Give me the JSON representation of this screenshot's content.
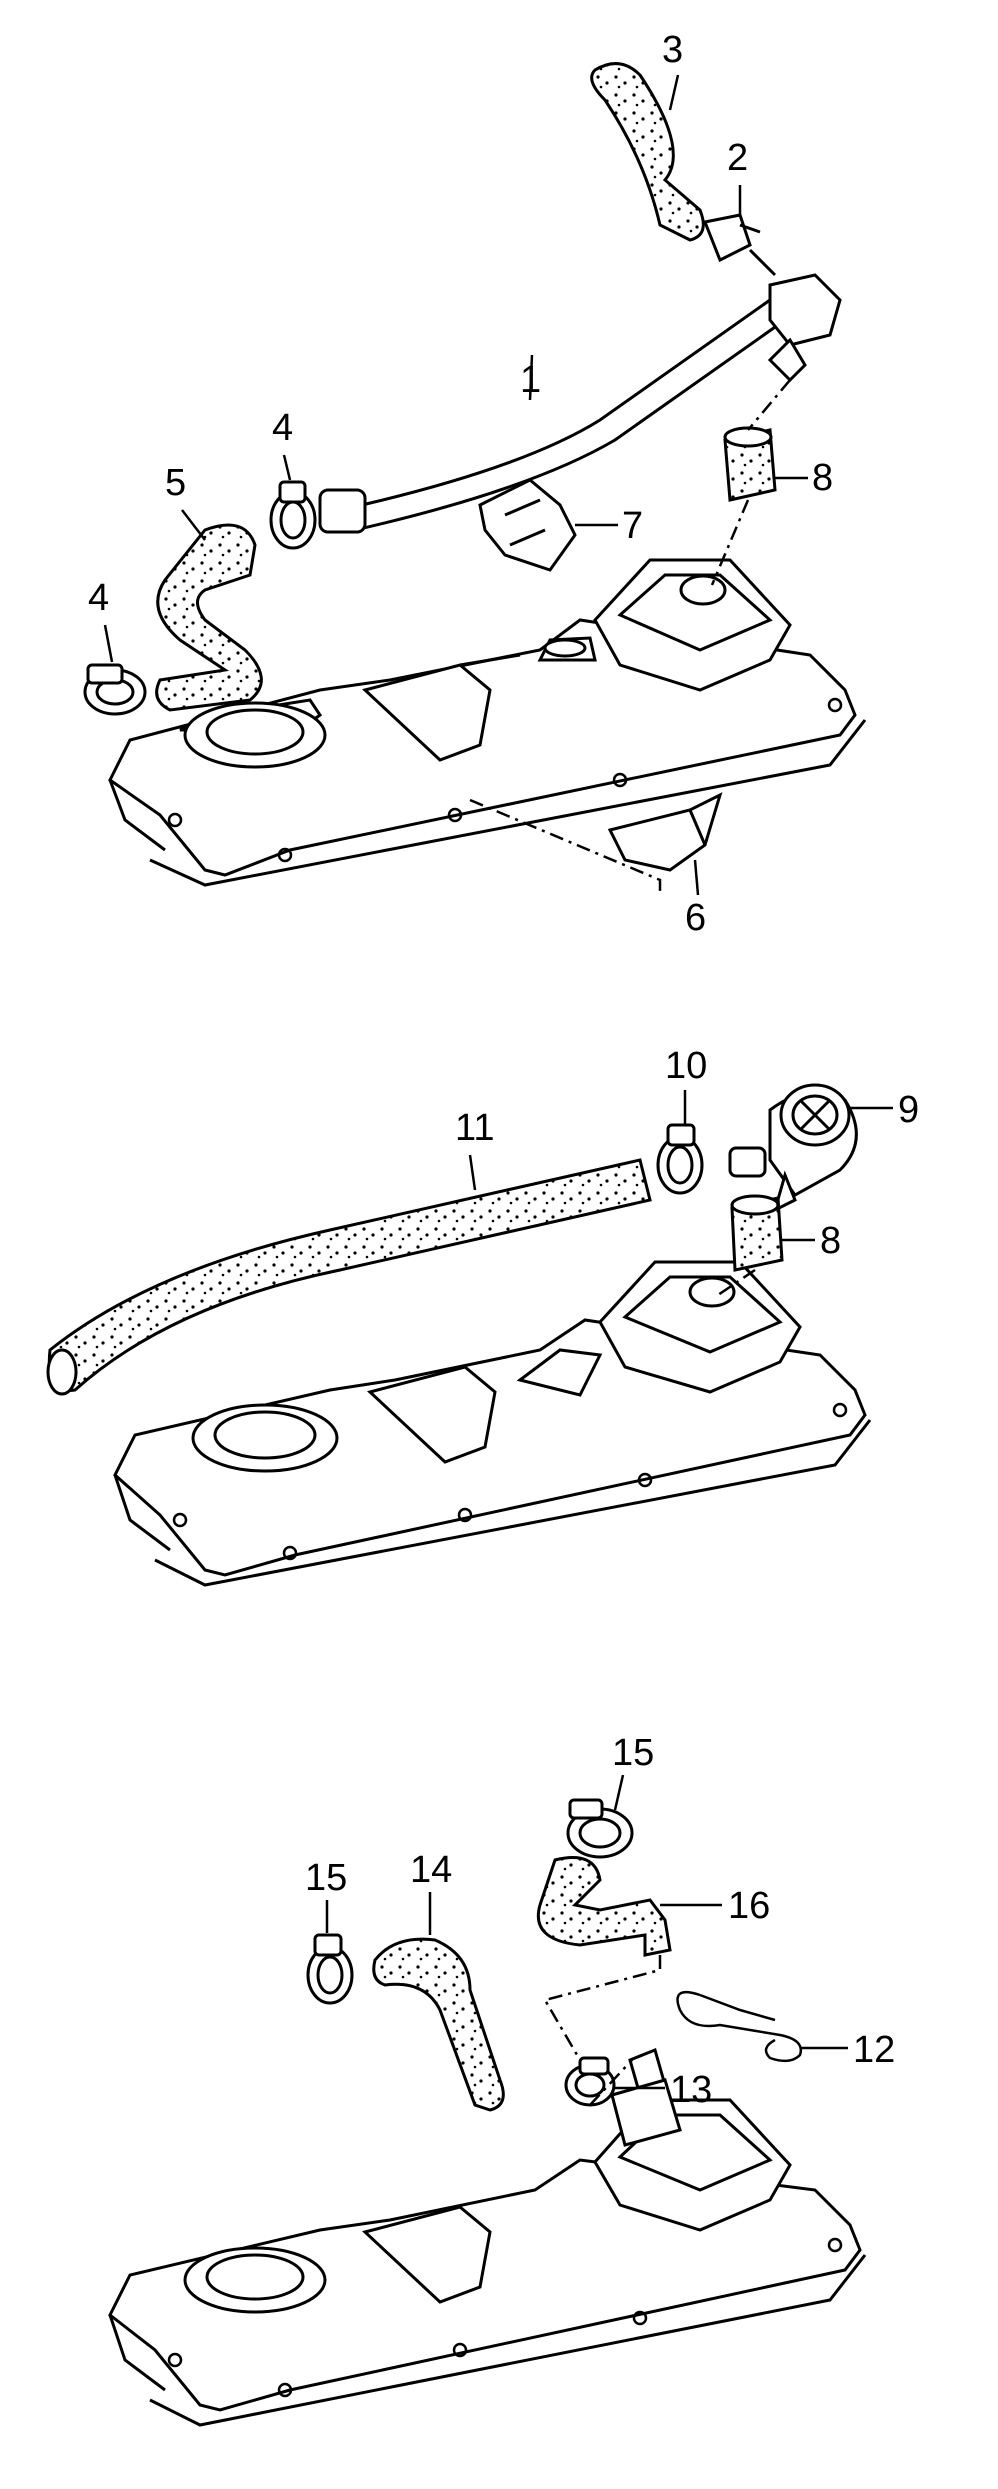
{
  "diagram": {
    "labels": {
      "p1": "1",
      "p2": "2",
      "p3": "3",
      "p4a": "4",
      "p4b": "4",
      "p5": "5",
      "p6": "6",
      "p7": "7",
      "p8a": "8",
      "p9": "9",
      "p10": "10",
      "p11": "11",
      "p8b": "8",
      "p12": "12",
      "p13": "13",
      "p14": "14",
      "p15a": "15",
      "p15b": "15",
      "p16": "16"
    },
    "colors": {
      "line": "#000000",
      "background": "#ffffff"
    }
  }
}
